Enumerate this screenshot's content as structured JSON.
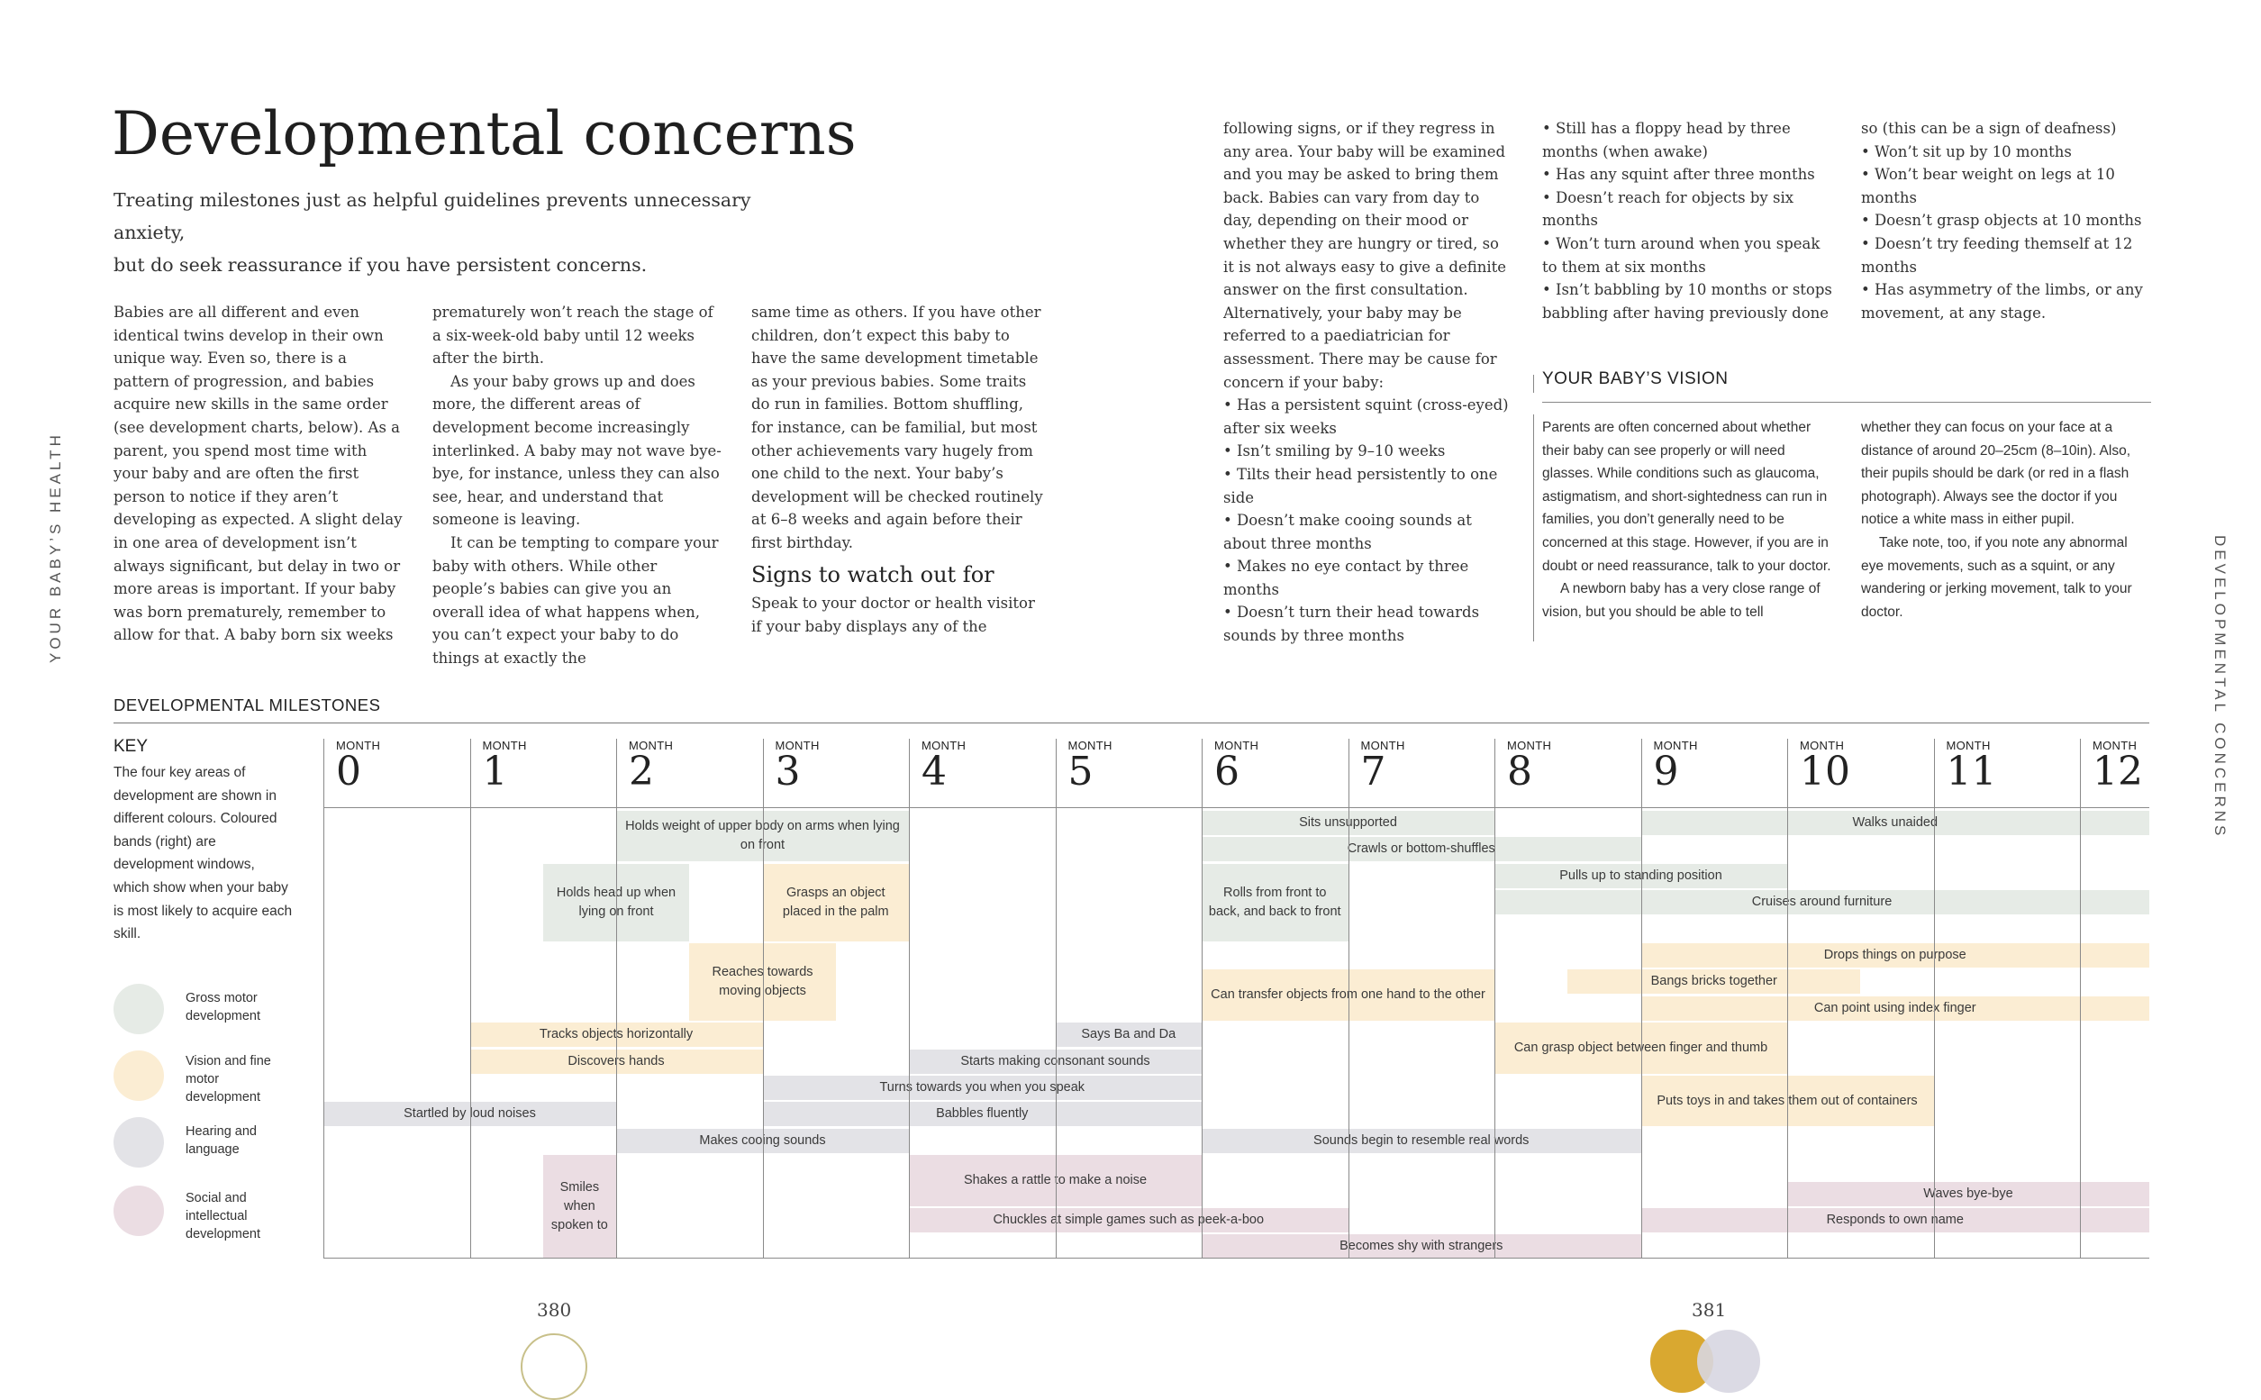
{
  "left_page": {
    "title": "Developmental concerns",
    "intro_line1": "Treating milestones just as helpful guidelines prevents unnecessary anxiety,",
    "intro_line2": "but do seek reassurance if you have persistent concerns.",
    "col1": "Babies are all different and even identical twins develop in their own unique way. Even so, there is a pattern of progression, and babies acquire new skills in the same order (see development charts, below). As a parent, you spend most time with your baby and are often the first person to notice if they aren’t developing as expected. A slight delay in one area of development isn’t always significant, but delay in two or more areas is important. If your baby was born prematurely, remember to allow for that. A baby born six weeks",
    "col2_p1": "prematurely won’t reach the stage of a six-week-old baby until 12 weeks after the birth.",
    "col2_p2": "As your baby grows up and does more, the different areas of development become increasingly interlinked. A baby may not wave bye-bye, for instance, unless they can also see, hear, and understand that someone is leaving.",
    "col2_p3": "It can be tempting to compare your baby with others. While other people’s babies can give you an overall idea of what happens when, you can’t expect your baby to do things at exactly the",
    "col3_p1": "same time as others. If you have other children, don’t expect this baby to have the same development timetable as your previous babies. Some traits do run in families. Bottom shuffling, for instance, can be familial, but most other achievements vary hugely from one child to the next. Your baby’s development will be checked routinely at 6–8 weeks and again before their first birthday.",
    "signs_heading": "Signs to watch out for",
    "col3_p2": "Speak to your doctor or health visitor if your baby displays any of the",
    "side_label": "YOUR BABY’S HEALTH",
    "page_number": "380"
  },
  "right_page": {
    "col4_p1": "following signs, or if they regress in any area. Your baby will be examined and you may be asked to bring them back. Babies can vary from day to day, depending on their mood or whether they are hungry or tired, so it is not always easy to give a definite answer on the first consultation. Alternatively, your baby may be referred to a paediatrician for assessment. There may be cause for concern if your baby:",
    "col4_bullets": [
      "• Has a persistent squint (cross-eyed) after six weeks",
      "• Isn’t smiling by 9–10 weeks",
      "• Tilts their head persistently to one side",
      "• Doesn’t make cooing sounds at about three months",
      "• Makes no eye contact by three months",
      "• Doesn’t turn their head towards sounds by three months"
    ],
    "col5_bullets": [
      "• Still has a floppy head by three months (when awake)",
      "• Has any squint after three months",
      "• Doesn’t reach for objects by six months",
      "• Won’t turn around when you speak to them at six months",
      "• Isn’t babbling by 10 months or stops babbling after having previously done"
    ],
    "col6_lines": [
      "so (this can be a sign of deafness)",
      "• Won’t sit up by 10 months",
      "• Won’t bear weight on legs at 10 months",
      "• Doesn’t grasp objects at 10 months",
      "• Doesn’t try feeding themself at 12 months",
      "• Has asymmetry of the limbs, or any movement, at any stage."
    ],
    "vision_heading": "YOUR BABY’S VISION",
    "vision_col1_p1": "Parents are often concerned about whether their baby can see properly or will need glasses. While conditions such as glaucoma, astigmatism, and short-sightedness can run in families, you don’t generally need to be concerned at this stage. However, if you are in doubt or need reassurance, talk to your doctor.",
    "vision_col1_p2": "A newborn baby has a very close range of vision, but you should be able to tell",
    "vision_col2_p1": "whether they can focus on your face at a distance of around 20–25cm (8–10in). Also, their pupils should be dark (or red in a flash photograph). Always see the doctor if you notice a white mass in either pupil.",
    "vision_col2_p2": "Take note, too, if you note any abnormal eye movements, such as a squint, or any wandering or jerking movement, talk to your doctor.",
    "side_label": "DEVELOPMENTAL CONCERNS",
    "page_number": "381"
  },
  "milestones": {
    "heading": "DEVELOPMENTAL MILESTONES",
    "key_heading": "KEY",
    "key_text": "The four key areas of development are shown in different colours. Coloured bands (right) are development windows, which show when your baby is most likely to acquire each skill.",
    "legend": [
      {
        "label": "Gross motor development",
        "color": "#e6ebe6"
      },
      {
        "label": "Vision and fine motor development",
        "color": "#fbedd3"
      },
      {
        "label": "Hearing and language",
        "color": "#e3e3e7"
      },
      {
        "label": "Social and intellectual development",
        "color": "#ebdde3"
      }
    ],
    "month_word": "MONTH",
    "months": [
      "0",
      "1",
      "2",
      "3",
      "4",
      "5",
      "6",
      "7",
      "8",
      "9",
      "10",
      "11",
      "12"
    ],
    "bands": [
      {
        "text": "Holds weight of upper body on arms when lying on front",
        "cat": 0,
        "start": 2,
        "end": 4,
        "row": 0,
        "rows": 2
      },
      {
        "text": "Sits unsupported",
        "cat": 0,
        "start": 6,
        "end": 8,
        "row": 0,
        "rows": 1
      },
      {
        "text": "Walks unaided",
        "cat": 0,
        "start": 9,
        "end": 12.5,
        "row": 0,
        "rows": 1
      },
      {
        "text": "Crawls or bottom-shuffles",
        "cat": 0,
        "start": 6,
        "end": 9,
        "row": 1,
        "rows": 1
      },
      {
        "text": "Holds head up when lying on front",
        "cat": 0,
        "start": 1.5,
        "end": 2.5,
        "row": 2,
        "rows": 3
      },
      {
        "text": "Grasps an object placed in the palm",
        "cat": 1,
        "start": 3,
        "end": 4,
        "row": 2,
        "rows": 3
      },
      {
        "text": "Rolls from front to back, and back to front",
        "cat": 0,
        "start": 6,
        "end": 7,
        "row": 2,
        "rows": 3
      },
      {
        "text": "Pulls up to standing position",
        "cat": 0,
        "start": 8,
        "end": 10,
        "row": 2,
        "rows": 1
      },
      {
        "text": "Cruises around furniture",
        "cat": 0,
        "start": 8,
        "end": 12.5,
        "row": 3,
        "rows": 1
      },
      {
        "text": "Reaches towards moving objects",
        "cat": 1,
        "start": 2.5,
        "end": 3.5,
        "row": 5,
        "rows": 3
      },
      {
        "text": "Drops things on purpose",
        "cat": 1,
        "start": 9,
        "end": 12.5,
        "row": 5,
        "rows": 1
      },
      {
        "text": "Can transfer objects from one hand to the other",
        "cat": 1,
        "start": 6,
        "end": 8,
        "row": 6,
        "rows": 2
      },
      {
        "text": "Bangs bricks together",
        "cat": 1,
        "start": 8.5,
        "end": 10.5,
        "row": 6,
        "rows": 1
      },
      {
        "text": "Can point using index finger",
        "cat": 1,
        "start": 9,
        "end": 12.5,
        "row": 7,
        "rows": 1
      },
      {
        "text": "Tracks objects horizontally",
        "cat": 1,
        "start": 1,
        "end": 3,
        "row": 8,
        "rows": 1
      },
      {
        "text": "Says Ba     and Da",
        "cat": 2,
        "start": 5,
        "end": 6,
        "row": 8,
        "rows": 1
      },
      {
        "text": "Can grasp object between finger and thumb",
        "cat": 1,
        "start": 8,
        "end": 10,
        "row": 8,
        "rows": 2
      },
      {
        "text": "Discovers hands",
        "cat": 1,
        "start": 1,
        "end": 3,
        "row": 9,
        "rows": 1
      },
      {
        "text": "Starts making consonant     sounds",
        "cat": 2,
        "start": 4,
        "end": 6,
        "row": 9,
        "rows": 1
      },
      {
        "text": "Turns towards you when you speak",
        "cat": 2,
        "start": 3,
        "end": 6,
        "row": 10,
        "rows": 1
      },
      {
        "text": "Puts toys in and takes them out of containers",
        "cat": 1,
        "start": 9,
        "end": 11,
        "row": 10,
        "rows": 2
      },
      {
        "text": "Startled by loud noises",
        "cat": 2,
        "start": 0,
        "end": 2,
        "row": 11,
        "rows": 1
      },
      {
        "text": "Babbles fluently",
        "cat": 2,
        "start": 3,
        "end": 6,
        "row": 11,
        "rows": 1
      },
      {
        "text": "Makes cooing sounds",
        "cat": 2,
        "start": 2,
        "end": 4,
        "row": 12,
        "rows": 1
      },
      {
        "text": "Sounds begin to resemble real words",
        "cat": 2,
        "start": 6,
        "end": 9,
        "row": 12,
        "rows": 1
      },
      {
        "text": "Smiles when spoken to",
        "cat": 3,
        "start": 1.5,
        "end": 2,
        "row": 13,
        "rows": 4
      },
      {
        "text": "Shakes a rattle to make a noise",
        "cat": 3,
        "start": 4,
        "end": 6,
        "row": 13,
        "rows": 2
      },
      {
        "text": "Waves bye-bye",
        "cat": 3,
        "start": 10,
        "end": 12.5,
        "row": 14,
        "rows": 1
      },
      {
        "text": "Chuckles at simple games     such as peek-a-boo",
        "cat": 3,
        "start": 4,
        "end": 7,
        "row": 15,
        "rows": 1
      },
      {
        "text": "Responds to own name",
        "cat": 3,
        "start": 9,
        "end": 12.5,
        "row": 15,
        "rows": 1
      },
      {
        "text": "Becomes shy with strangers",
        "cat": 3,
        "start": 6,
        "end": 9,
        "row": 16,
        "rows": 1
      }
    ]
  }
}
